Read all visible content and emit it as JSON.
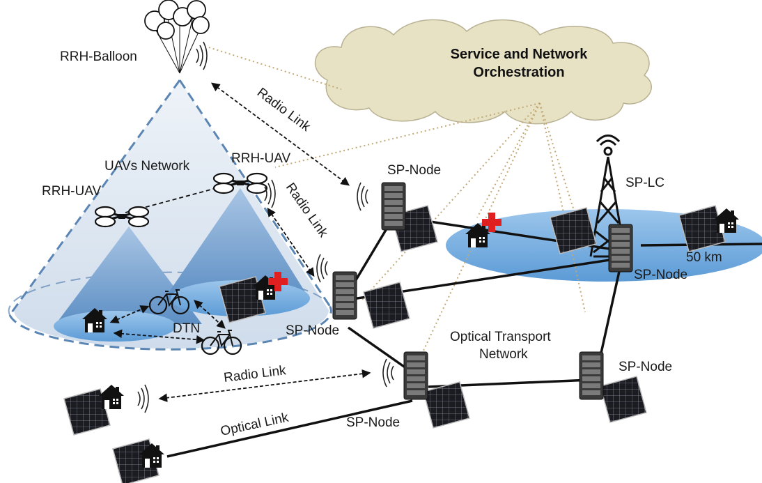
{
  "cloud": {
    "line1": "Service and Network",
    "line2": "Orchestration"
  },
  "labels": {
    "rrh_balloon": "RRH-Balloon",
    "radio_link_top": "Radio Link",
    "uavs_network": "UAVs Network",
    "rrh_uav_right": "RRH-UAV",
    "rrh_uav_left": "RRH-UAV",
    "radio_link_uav": "Radio Link",
    "sp_node_top": "SP-Node",
    "sp_lc": "SP-LC",
    "distance": "50 km",
    "sp_node_lc": "SP-Node",
    "sp_node_mid": "SP-Node",
    "dtn": "DTN",
    "optical_transport_1": "Optical Transport",
    "optical_transport_2": "Network",
    "sp_node_right": "SP-Node",
    "radio_link_bottom": "Radio Link",
    "optical_link": "Optical Link",
    "sp_node_bottom": "SP-Node"
  },
  "colors": {
    "cloud_fill": "#e8e2c4",
    "cone_fill": "#dce6f0",
    "cone_dash": "#5b85b3",
    "ellipse_fill": "#7fb2e0",
    "mountain_fill": "#7ea7d2",
    "orchestration_dots": "#c2a875",
    "plus_red": "#e02020"
  },
  "icons": [
    "balloon-icon",
    "drone-icon",
    "server-icon",
    "solar-panel-icon",
    "house-icon",
    "bicycle-icon",
    "tower-icon",
    "signal-icon",
    "medical-cross-icon"
  ]
}
